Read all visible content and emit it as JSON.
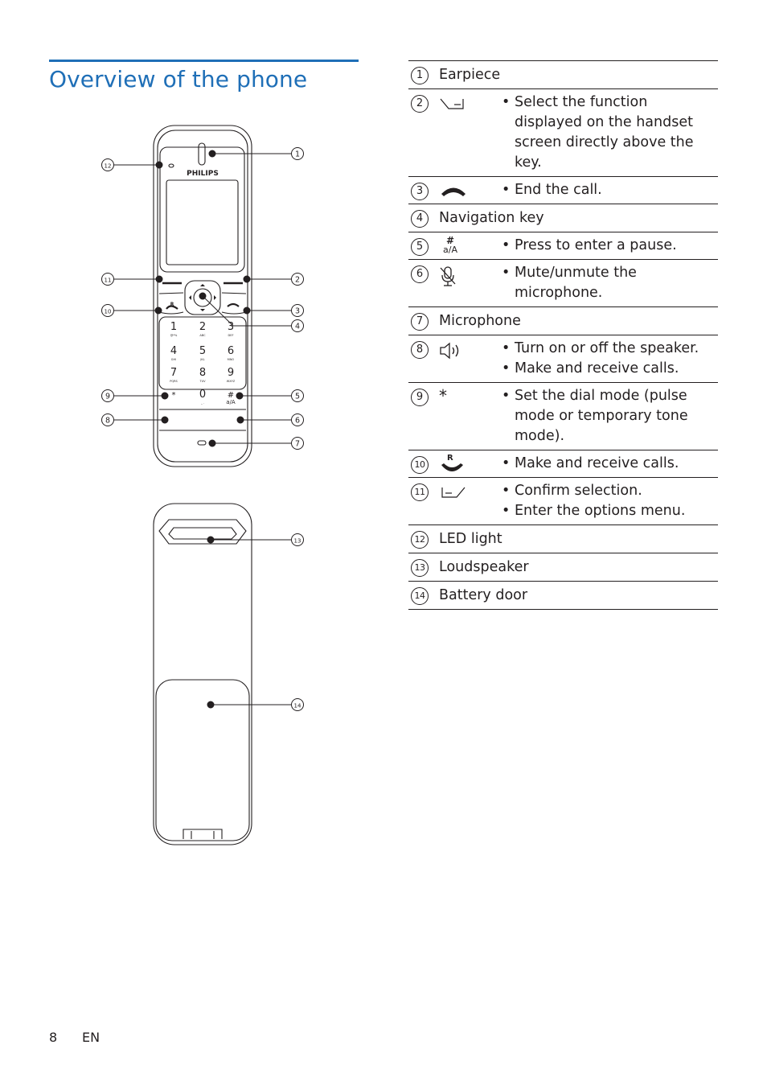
{
  "page": {
    "title": "Overview of the phone",
    "number": "8",
    "lang": "EN"
  },
  "diagram": {
    "brand": "PHILIPS",
    "keys": [
      {
        "digit": "1",
        "letters": "@*%"
      },
      {
        "digit": "2",
        "letters": "ABC"
      },
      {
        "digit": "3",
        "letters": "DEF"
      },
      {
        "digit": "4",
        "letters": "GHI"
      },
      {
        "digit": "5",
        "letters": "JKL"
      },
      {
        "digit": "6",
        "letters": "MNO"
      },
      {
        "digit": "7",
        "letters": "PQRS"
      },
      {
        "digit": "8",
        "letters": "TUV"
      },
      {
        "digit": "9",
        "letters": "WXYZ"
      },
      {
        "digit": "*",
        "letters": ""
      },
      {
        "digit": "0",
        "letters": "_ ."
      },
      {
        "digit": "#",
        "letters": "a/A"
      }
    ],
    "r_key": "R",
    "callouts": [
      "1",
      "2",
      "3",
      "4",
      "5",
      "6",
      "7",
      "8",
      "9",
      "10",
      "11",
      "12",
      "13",
      "14"
    ]
  },
  "table": [
    {
      "num": "1",
      "label": "Earpiece"
    },
    {
      "num": "2",
      "icon": "left-softkey-icon",
      "items": [
        "Select the function displayed on the handset screen directly above the key."
      ]
    },
    {
      "num": "3",
      "icon": "end-call-icon",
      "items": [
        "End the call."
      ]
    },
    {
      "num": "4",
      "label": "Navigation key"
    },
    {
      "num": "5",
      "icon": "hash-key-icon",
      "hash": "#",
      "hash_sub": "a/A",
      "items": [
        "Press to enter a pause."
      ]
    },
    {
      "num": "6",
      "icon": "mute-mic-icon",
      "items": [
        "Mute/unmute the microphone."
      ]
    },
    {
      "num": "7",
      "label": "Microphone"
    },
    {
      "num": "8",
      "icon": "speaker-icon",
      "items": [
        "Turn on or off the speaker.",
        "Make and receive calls."
      ]
    },
    {
      "num": "9",
      "icon": "star-key-icon",
      "star": "*",
      "items": [
        "Set the dial mode (pulse mode or temporary tone mode)."
      ]
    },
    {
      "num": "10",
      "icon": "talk-r-icon",
      "r": "R",
      "items": [
        "Make and receive calls."
      ]
    },
    {
      "num": "11",
      "icon": "right-softkey-icon",
      "items": [
        "Confirm selection.",
        "Enter the options menu."
      ]
    },
    {
      "num": "12",
      "label": "LED light"
    },
    {
      "num": "13",
      "label": "Loudspeaker"
    },
    {
      "num": "14",
      "label": "Battery door"
    }
  ]
}
